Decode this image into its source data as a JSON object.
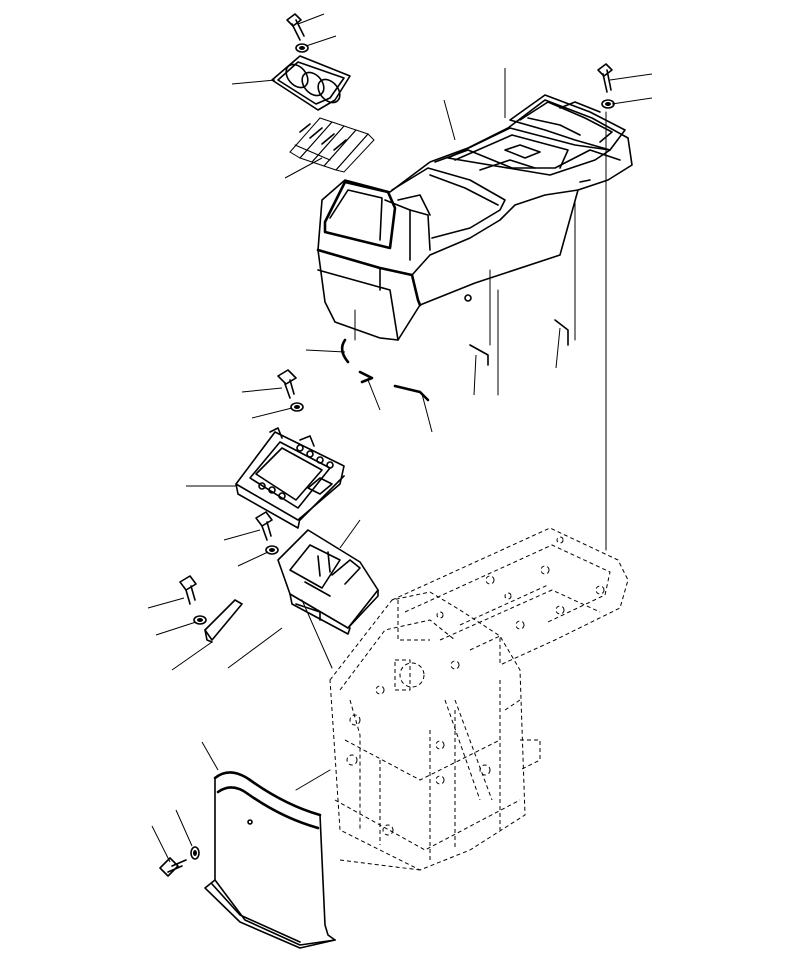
{
  "diagram": {
    "kind": "exploded-parts-view",
    "line_color": "#000000",
    "background": "#ffffff",
    "parts": [
      {
        "id": "bolt",
        "icon": "bolt-icon"
      },
      {
        "id": "washer",
        "icon": "washer-icon"
      },
      {
        "id": "gasket-plate",
        "icon": "gasket-icon"
      },
      {
        "id": "label-strips",
        "icon": "label-icon"
      },
      {
        "id": "console-cover",
        "icon": "console-icon"
      },
      {
        "id": "clip",
        "icon": "clip-icon"
      },
      {
        "id": "bracket-plate",
        "icon": "bracket-icon"
      },
      {
        "id": "controller-box",
        "icon": "box-icon"
      },
      {
        "id": "stay",
        "icon": "stay-icon"
      },
      {
        "id": "front-cover",
        "icon": "cover-icon"
      },
      {
        "id": "frame",
        "icon": "frame-icon"
      }
    ]
  }
}
